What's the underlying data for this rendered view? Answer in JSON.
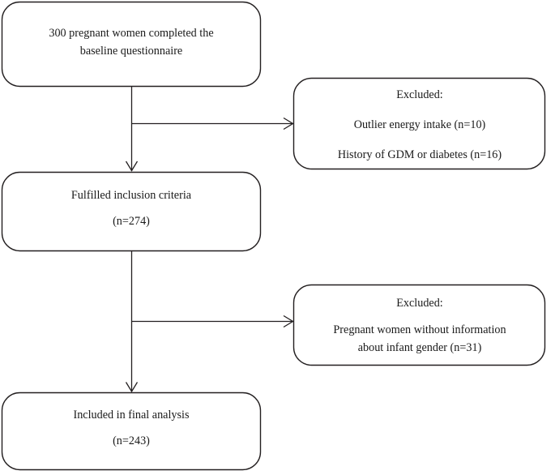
{
  "diagram": {
    "title": "Participant flow diagram",
    "type": "flowchart",
    "stroke_color": "#231f20",
    "text_color": "#1a1a1a",
    "background_color": "#ffffff",
    "nodes": [
      {
        "id": "enrolled",
        "role": "main",
        "lines": [
          "300 pregnant women completed the",
          "baseline questionnaire"
        ]
      },
      {
        "id": "excluded-1",
        "role": "exclusion",
        "lines": [
          "Excluded:",
          "Outlier energy intake (n=10)",
          "History of GDM or diabetes (n=16)"
        ]
      },
      {
        "id": "eligible",
        "role": "main",
        "lines": [
          "Fulfilled inclusion criteria",
          "(n=274)"
        ]
      },
      {
        "id": "excluded-2",
        "role": "exclusion",
        "lines": [
          "Excluded:",
          "Pregnant women without information",
          "about infant gender (n=31)"
        ]
      },
      {
        "id": "included",
        "role": "main",
        "lines": [
          "Included in final analysis",
          "(n=243)"
        ]
      }
    ],
    "edges": [
      {
        "id": "edge-enrolled-to-eligible",
        "from": "enrolled",
        "to": "eligible",
        "direction": "down"
      },
      {
        "id": "edge-enrolled-to-excluded-1",
        "from": "enrolled",
        "to": "excluded-1",
        "direction": "right"
      },
      {
        "id": "edge-eligible-to-included",
        "from": "eligible",
        "to": "included",
        "direction": "down"
      },
      {
        "id": "edge-eligible-to-excluded-2",
        "from": "eligible",
        "to": "excluded-2",
        "direction": "right"
      }
    ]
  },
  "text": {
    "enrolled_line_1": "300 pregnant women completed the",
    "enrolled_line_2": "baseline questionnaire",
    "excluded1_line_1": "Excluded:",
    "excluded1_line_2": "Outlier energy intake (n=10)",
    "excluded1_line_3": "History of GDM or diabetes (n=16)",
    "eligible_line_1": "Fulfilled inclusion criteria",
    "eligible_line_2": "(n=274)",
    "excluded2_line_1": "Excluded:",
    "excluded2_line_2": "Pregnant women without information",
    "excluded2_line_3": "about infant gender (n=31)",
    "included_line_1": "Included in final analysis",
    "included_line_2": "(n=243)"
  }
}
